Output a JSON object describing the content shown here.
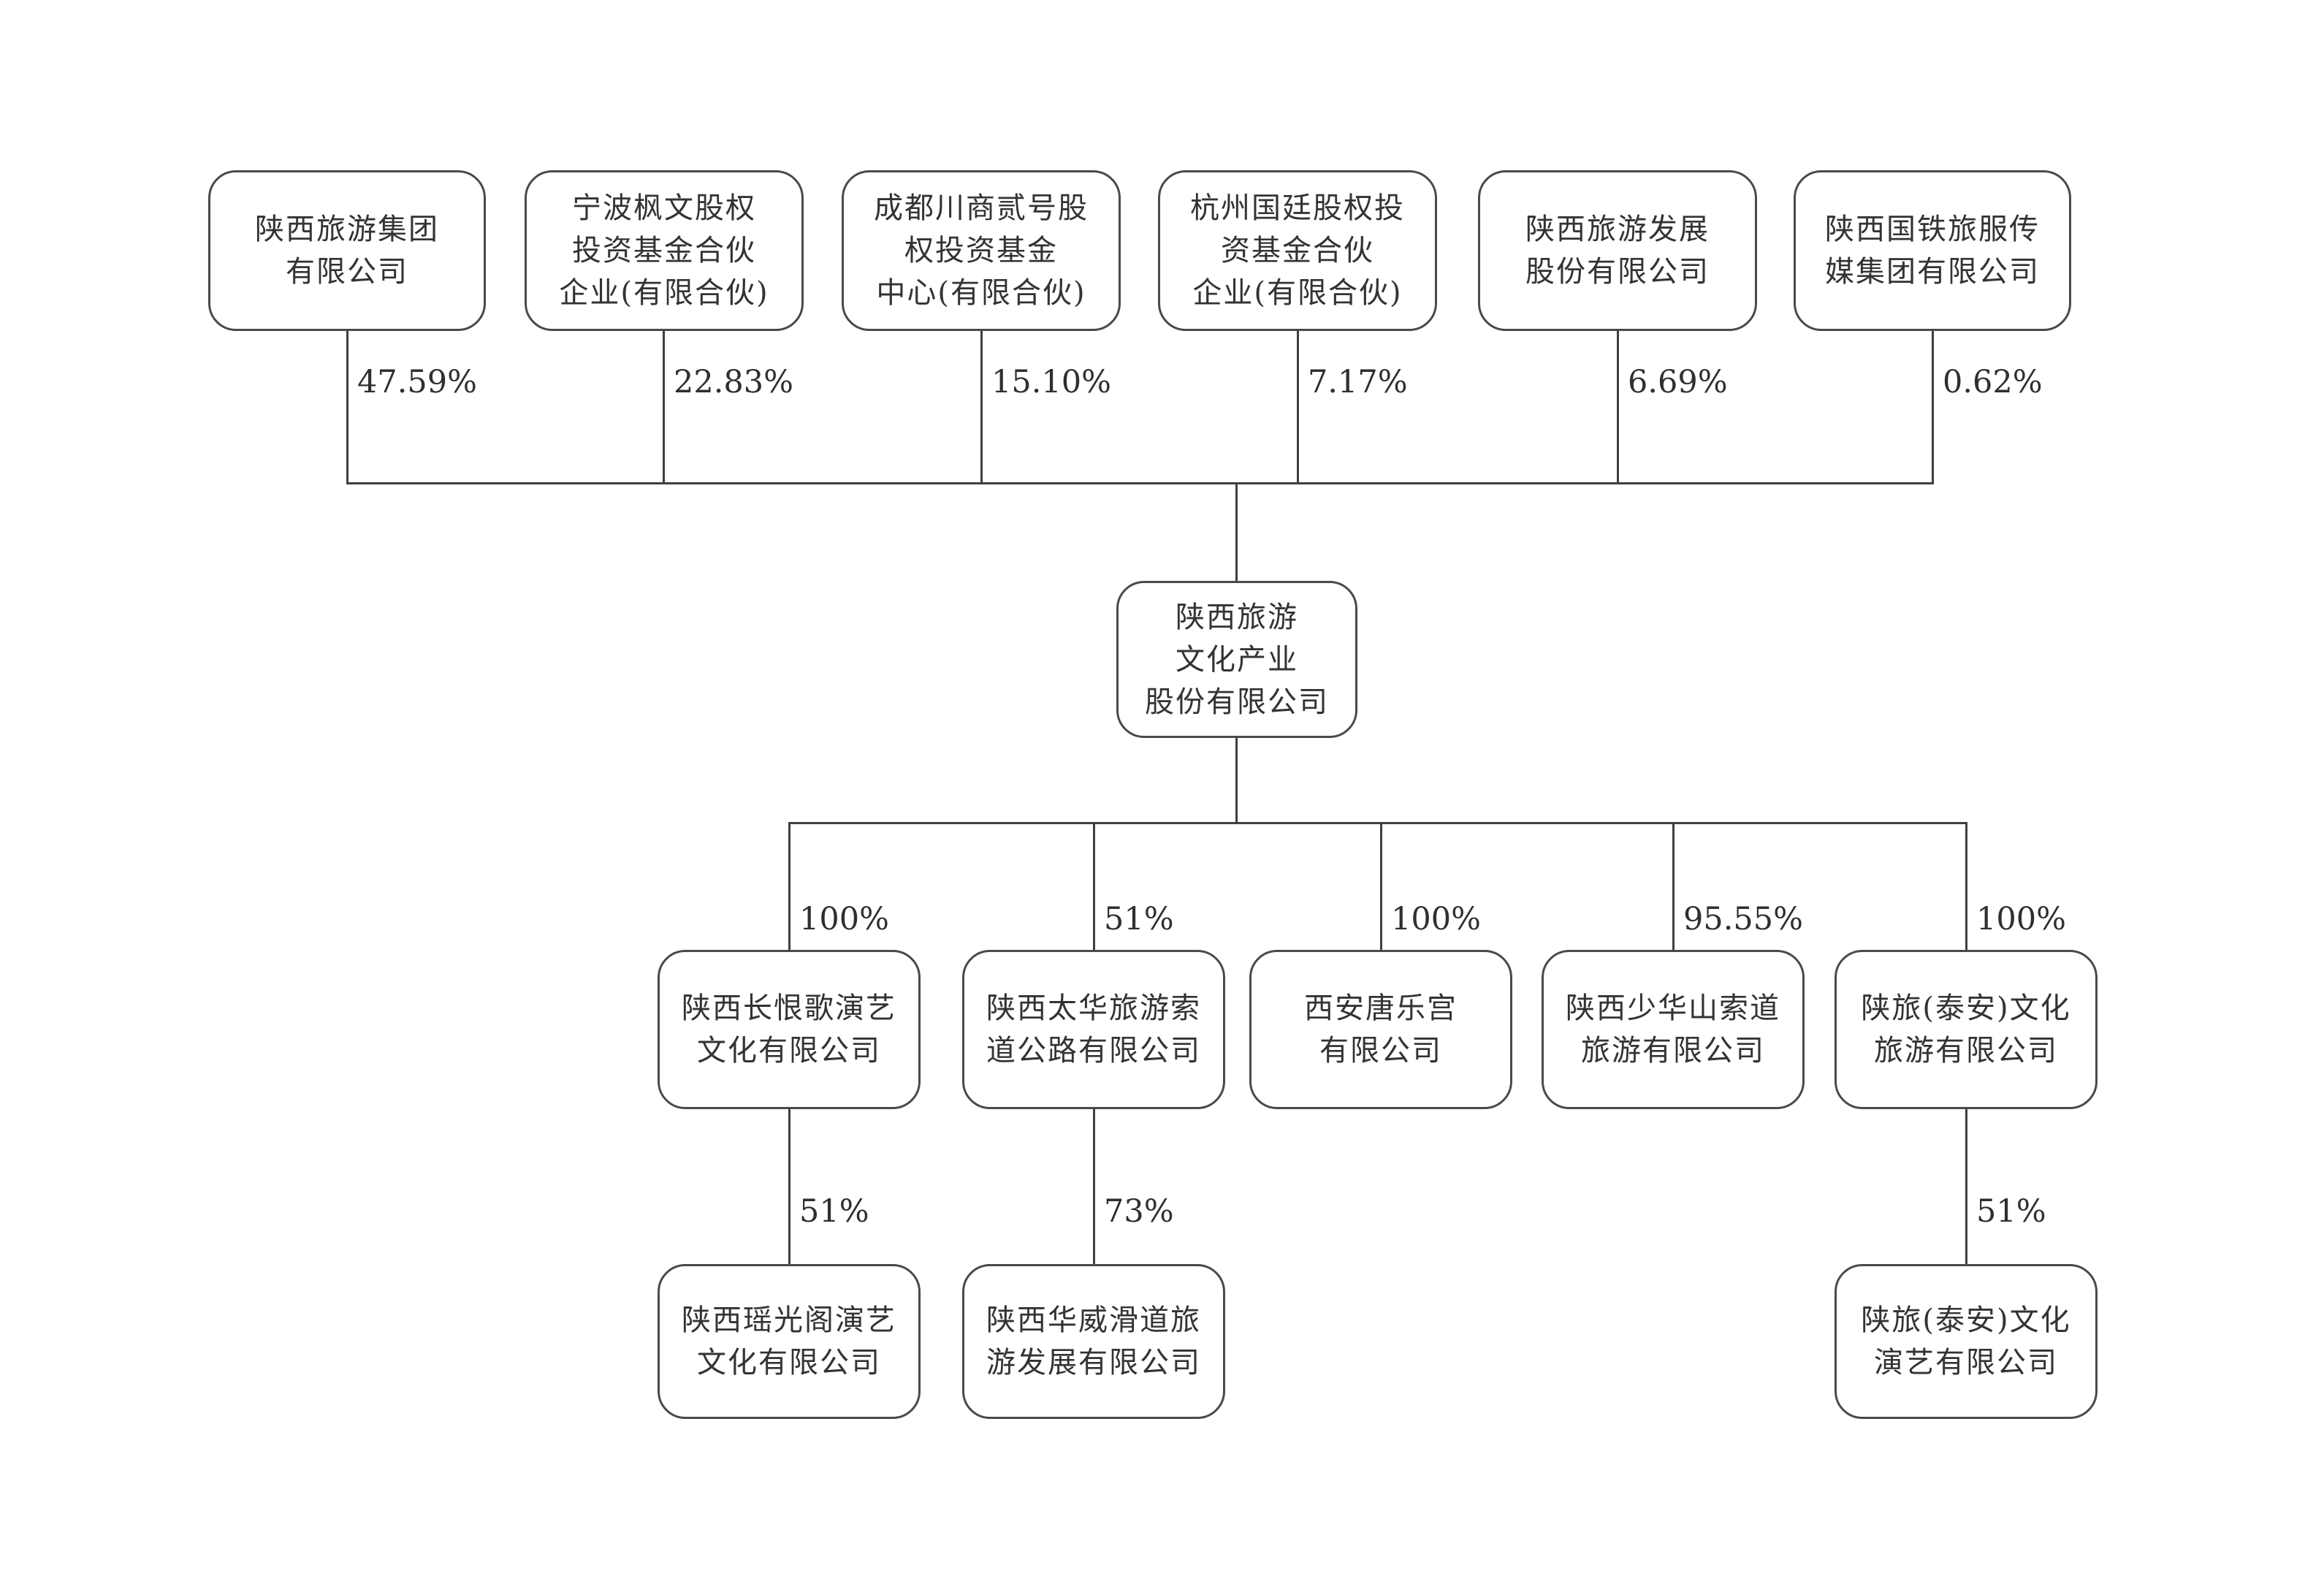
{
  "diagram": {
    "type": "equity-structure-org-chart",
    "colors": {
      "line": "#3f3f3f",
      "border": "#4a4a4a",
      "text": "#333333",
      "background": "#ffffff"
    }
  },
  "company": {
    "name": "陕西旅游\n文化产业\n股份有限公司"
  },
  "shareholders": [
    {
      "name": "陕西旅游集团\n有限公司",
      "pct": "47.59%"
    },
    {
      "name": "宁波枫文股权\n投资基金合伙\n企业(有限合伙)",
      "pct": "22.83%"
    },
    {
      "name": "成都川商贰号股\n权投资基金\n中心(有限合伙)",
      "pct": "15.10%"
    },
    {
      "name": "杭州国廷股权投\n资基金合伙\n企业(有限合伙)",
      "pct": "7.17%"
    },
    {
      "name": "陕西旅游发展\n股份有限公司",
      "pct": "6.69%"
    },
    {
      "name": "陕西国铁旅服传\n媒集团有限公司",
      "pct": "0.62%"
    }
  ],
  "subsidiaries": [
    {
      "name": "陕西长恨歌演艺\n文化有限公司",
      "pct": "100%"
    },
    {
      "name": "陕西太华旅游索\n道公路有限公司",
      "pct": "51%"
    },
    {
      "name": "西安唐乐宫\n有限公司",
      "pct": "100%"
    },
    {
      "name": "陕西少华山索道\n旅游有限公司",
      "pct": "95.55%"
    },
    {
      "name": "陕旅(泰安)文化\n旅游有限公司",
      "pct": "100%"
    }
  ],
  "sub_subsidiaries": [
    {
      "name": "陕西瑶光阁演艺\n文化有限公司",
      "pct": "51%"
    },
    {
      "name": "陕西华威滑道旅\n游发展有限公司",
      "pct": "73%"
    },
    {
      "name": "陕旅(泰安)文化\n演艺有限公司",
      "pct": "51%"
    }
  ]
}
